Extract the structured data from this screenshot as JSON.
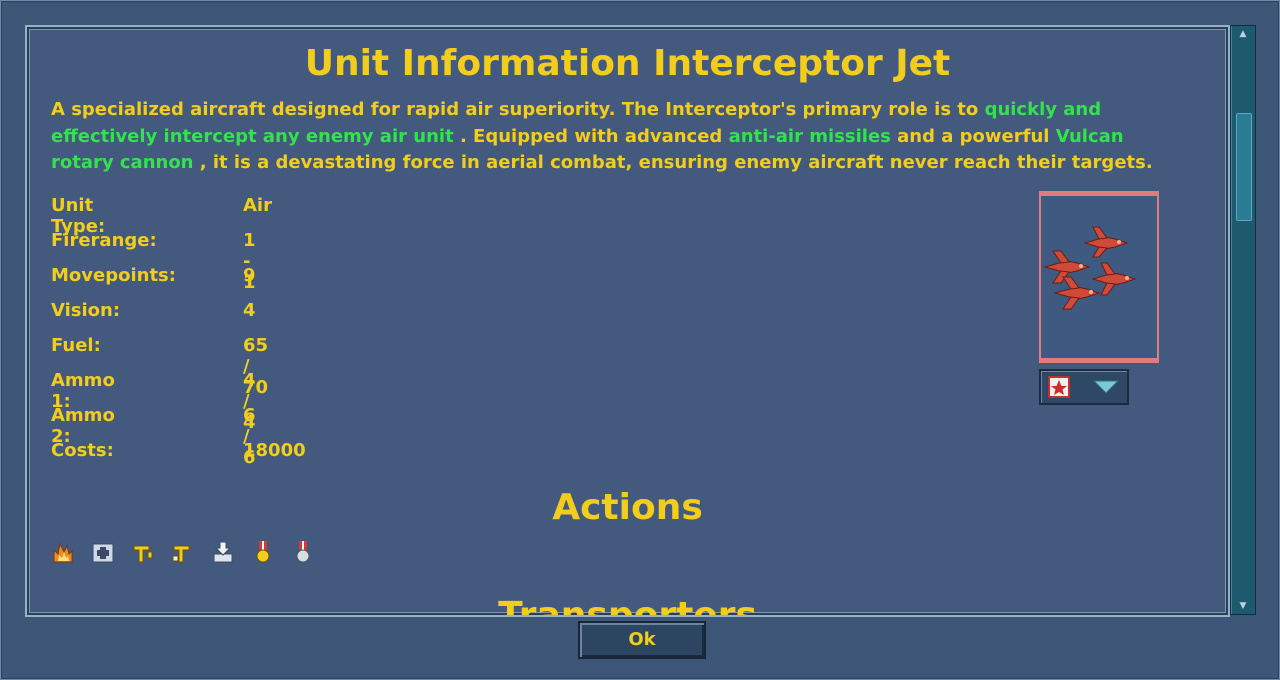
{
  "dialog": {
    "title": "Unit Information Interceptor Jet",
    "description": [
      {
        "text": "A specialized aircraft designed for rapid air superiority. The Interceptor's primary role is to ",
        "highlight": false
      },
      {
        "text": "quickly and effectively intercept any enemy air unit",
        "highlight": true
      },
      {
        "text": " . Equipped with advanced ",
        "highlight": false
      },
      {
        "text": "anti-air missiles",
        "highlight": true
      },
      {
        "text": " and a powerful ",
        "highlight": false
      },
      {
        "text": "Vulcan rotary cannon",
        "highlight": true
      },
      {
        "text": " , it is a devastating force in aerial combat, ensuring enemy aircraft never reach their targets.",
        "highlight": false
      }
    ],
    "stats": [
      {
        "label": "Unit Type:",
        "value": "Air"
      },
      {
        "label": "Firerange:",
        "value": "1 - 1"
      },
      {
        "label": "Movepoints:",
        "value": "9"
      },
      {
        "label": "Vision:",
        "value": "4"
      },
      {
        "label": "Fuel:",
        "value": "65 / 70"
      },
      {
        "label": "Ammo 1:",
        "value": "4 / 4"
      },
      {
        "label": "Ammo 2:",
        "value": "6 / 6"
      },
      {
        "label": "Costs:",
        "value": "18000"
      }
    ],
    "actions_title": "Actions",
    "action_icons": [
      "fire-icon",
      "load-icon",
      "refuel-icon",
      "supply-icon",
      "unload-icon",
      "rank-medal-gold-icon",
      "rank-medal-silver-icon"
    ],
    "transporters_title": "Transporters",
    "ok_label": "Ok"
  },
  "colors": {
    "background": "#3d5678",
    "text": "#f2cd1b",
    "highlight": "#33e24e",
    "unit": "#d04a3a"
  },
  "portrait_icon": "interceptor-jet-sprite",
  "faction_icon": "red-star-faction-icon"
}
